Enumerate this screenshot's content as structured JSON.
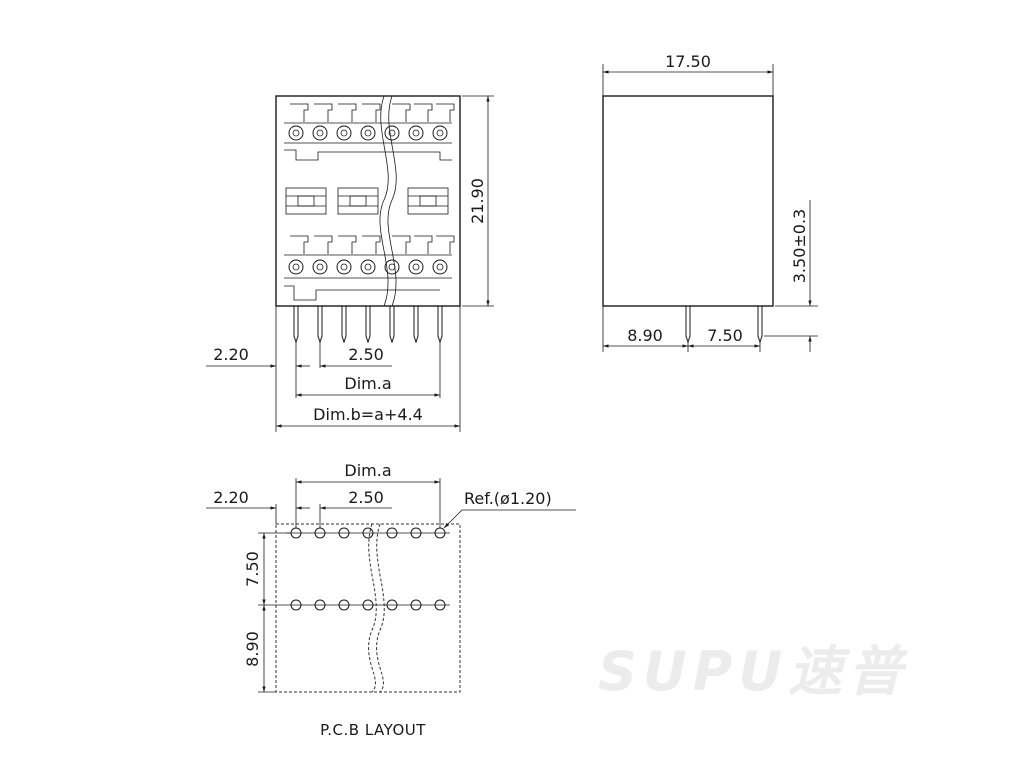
{
  "front_view": {
    "dim_height": "21.90",
    "dim_left_offset": "2.20",
    "dim_pitch": "2.50",
    "dim_a": "Dim.a",
    "dim_b": "Dim.b=a+4.4"
  },
  "side_view": {
    "dim_width": "17.50",
    "dim_pin_length": "3.50±0.3",
    "dim_row1": "8.90",
    "dim_row2": "7.50"
  },
  "pcb_layout": {
    "dim_a": "Dim.a",
    "dim_left_offset": "2.20",
    "dim_pitch": "2.50",
    "ref_hole": "Ref.(ø1.20)",
    "dim_row_spacing": "7.50",
    "dim_edge_offset": "8.90",
    "title": "P.C.B LAYOUT"
  },
  "watermark": "SUPU速普"
}
